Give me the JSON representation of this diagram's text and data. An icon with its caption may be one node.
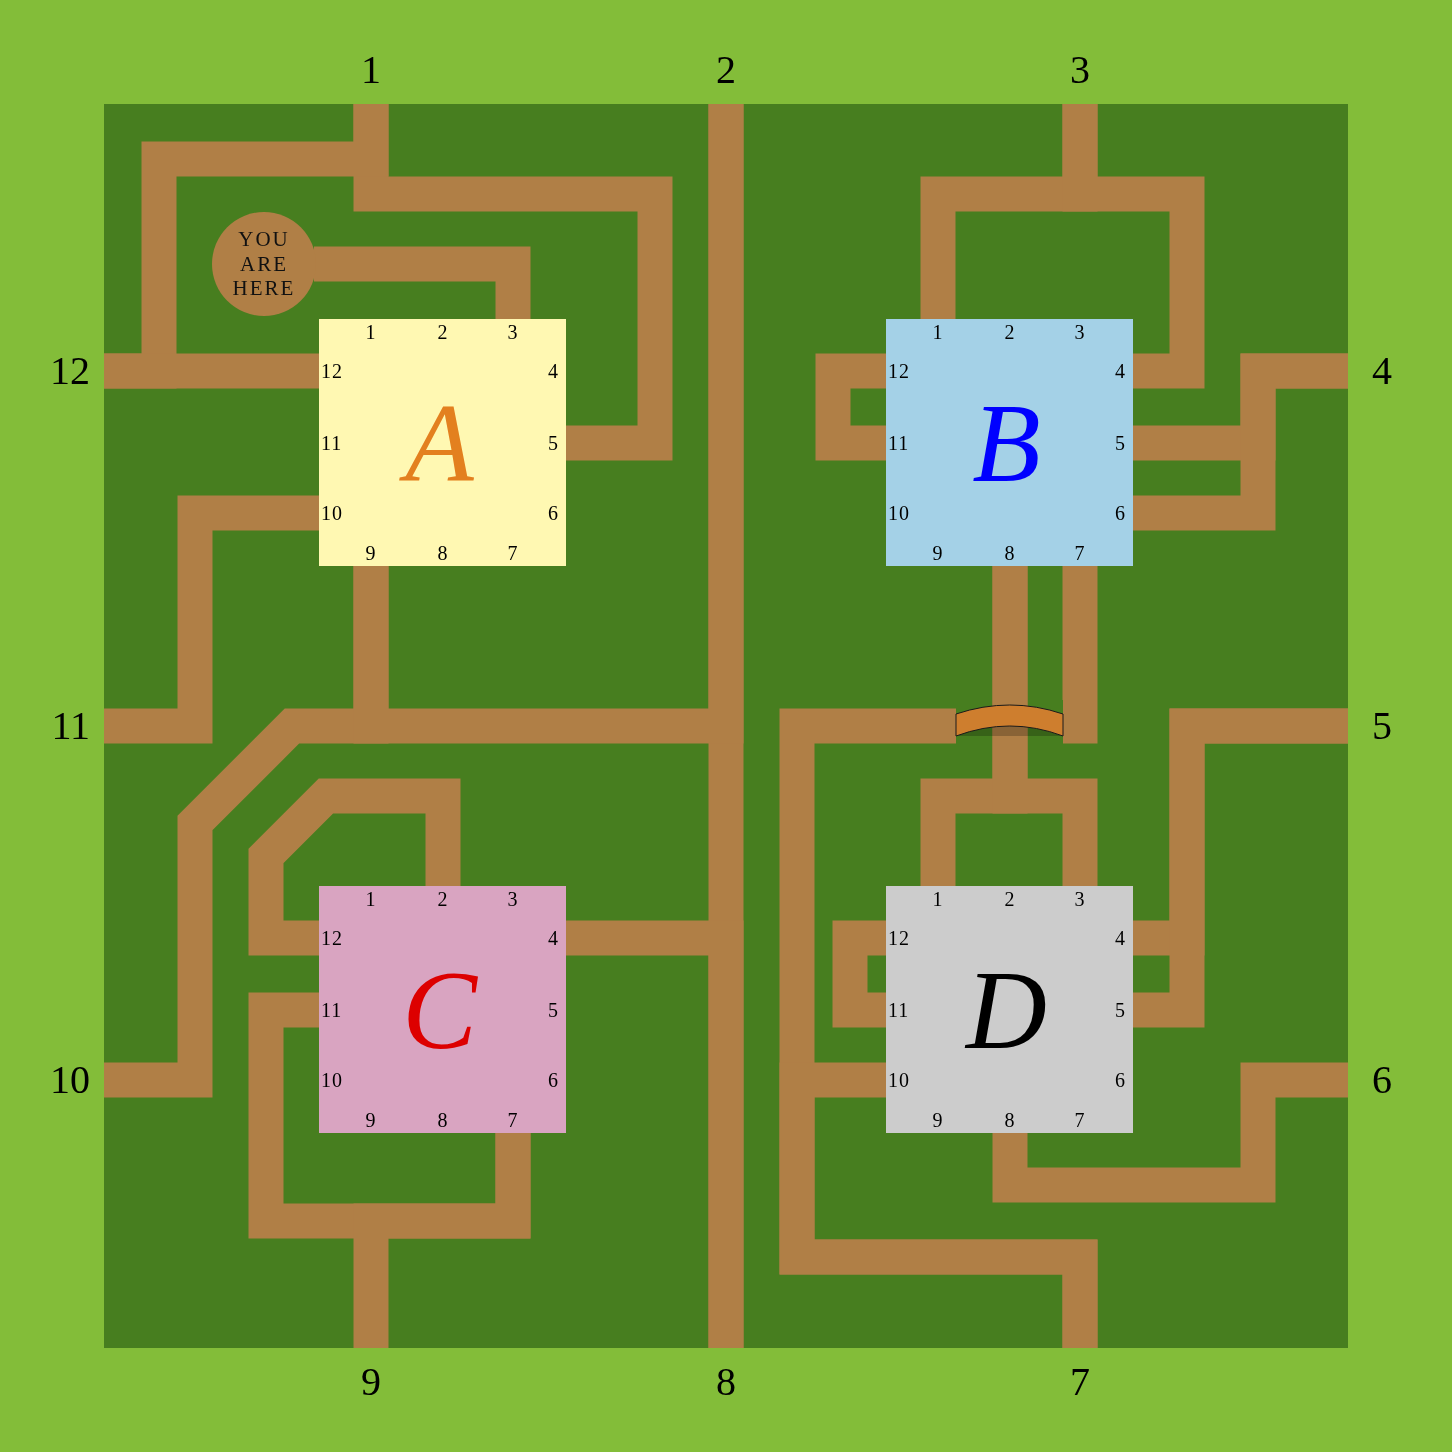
{
  "diagram": {
    "nodes": [
      {
        "text": [
          "1"
        ]
      },
      {
        "text": [
          "2"
        ]
      },
      {
        "text": [
          "3"
        ]
      },
      {
        "text": [
          "12"
        ]
      },
      {
        "text": [
          "4"
        ]
      },
      {
        "text": [
          "11"
        ]
      },
      {
        "text": [
          "5"
        ]
      },
      {
        "text": [
          "10"
        ]
      },
      {
        "text": [
          "6"
        ]
      },
      {
        "text": [
          "9"
        ]
      },
      {
        "text": [
          "8"
        ]
      },
      {
        "text": [
          "7"
        ]
      },
      {
        "text": [
          "YOU ARE HERE"
        ]
      },
      {
        "text": [
          "A"
        ]
      },
      {
        "text": [
          "1"
        ],
        "in": 13
      },
      {
        "text": [
          "2"
        ],
        "in": 13
      },
      {
        "text": [
          "3"
        ],
        "in": 13
      },
      {
        "text": [
          "12"
        ],
        "in": 13
      },
      {
        "text": [
          "4"
        ],
        "in": 13
      },
      {
        "text": [
          "11"
        ],
        "in": 13
      },
      {
        "text": [
          "5"
        ],
        "in": 13
      },
      {
        "text": [
          "10"
        ],
        "in": 13
      },
      {
        "text": [
          "6"
        ],
        "in": 13
      },
      {
        "text": [
          "9"
        ],
        "in": 13
      },
      {
        "text": [
          "8"
        ],
        "in": 13
      },
      {
        "text": [
          "7"
        ],
        "in": 13
      },
      {
        "text": [
          "B"
        ]
      },
      {
        "text": [
          "1"
        ],
        "in": 26
      },
      {
        "text": [
          "2"
        ],
        "in": 26
      },
      {
        "text": [
          "3"
        ],
        "in": 26
      },
      {
        "text": [
          "12"
        ],
        "in": 26
      },
      {
        "text": [
          "4"
        ],
        "in": 26
      },
      {
        "text": [
          "11"
        ],
        "in": 26
      },
      {
        "text": [
          "5"
        ],
        "in": 26
      },
      {
        "text": [
          "10"
        ],
        "in": 26
      },
      {
        "text": [
          "6"
        ],
        "in": 26
      },
      {
        "text": [
          "9"
        ],
        "in": 26
      },
      {
        "text": [
          "8"
        ],
        "in": 26
      },
      {
        "text": [
          "7"
        ],
        "in": 26
      },
      {
        "text": [
          "C"
        ]
      },
      {
        "text": [
          "1"
        ],
        "in": 39
      },
      {
        "text": [
          "2"
        ],
        "in": 39
      },
      {
        "text": [
          "3"
        ],
        "in": 39
      },
      {
        "text": [
          "12"
        ],
        "in": 39
      },
      {
        "text": [
          "4"
        ],
        "in": 39
      },
      {
        "text": [
          "11"
        ],
        "in": 39
      },
      {
        "text": [
          "5"
        ],
        "in": 39
      },
      {
        "text": [
          "10"
        ],
        "in": 39
      },
      {
        "text": [
          "6"
        ],
        "in": 39
      },
      {
        "text": [
          "9"
        ],
        "in": 39
      },
      {
        "text": [
          "8"
        ],
        "in": 39
      },
      {
        "text": [
          "7"
        ],
        "in": 39
      },
      {
        "text": [
          "D"
        ]
      },
      {
        "text": [
          "1"
        ],
        "in": 52
      },
      {
        "text": [
          "2"
        ],
        "in": 52
      },
      {
        "text": [
          "3"
        ],
        "in": 52
      },
      {
        "text": [
          "12"
        ],
        "in": 52
      },
      {
        "text": [
          "4"
        ],
        "in": 52
      },
      {
        "text": [
          "11"
        ],
        "in": 52
      },
      {
        "text": [
          "5"
        ],
        "in": 52
      },
      {
        "text": [
          "10"
        ],
        "in": 52
      },
      {
        "text": [
          "6"
        ],
        "in": 52
      },
      {
        "text": [
          "9"
        ],
        "in": 52
      },
      {
        "text": [
          "8"
        ],
        "in": 52
      },
      {
        "text": [
          "7"
        ],
        "in": 52
      }
    ],
    "edges": [
      {
        "from": 12,
        "to": 16,
        "arrow": "none"
      },
      {
        "from": 0,
        "to": 20,
        "arrow": "none"
      },
      {
        "from": 0,
        "to": 3,
        "arrow": "none"
      },
      {
        "from": 17,
        "to": 3,
        "arrow": "none"
      },
      {
        "from": 21,
        "to": 5,
        "arrow": "none"
      },
      {
        "from": 1,
        "to": 10,
        "arrow": "none"
      },
      {
        "from": 23,
        "to": 7,
        "arrow": "none"
      },
      {
        "from": 23,
        "to": 1,
        "arrow": "none"
      },
      {
        "from": 44,
        "to": 10,
        "arrow": "none"
      },
      {
        "from": 41,
        "to": 43,
        "arrow": "none"
      },
      {
        "from": 45,
        "to": 51,
        "arrow": "none"
      },
      {
        "from": 51,
        "to": 9,
        "arrow": "none"
      },
      {
        "from": 2,
        "to": 27,
        "arrow": "none"
      },
      {
        "from": 2,
        "to": 31,
        "arrow": "none"
      },
      {
        "from": 30,
        "to": 32,
        "arrow": "none"
      },
      {
        "from": 33,
        "to": 4,
        "arrow": "none"
      },
      {
        "from": 35,
        "to": 4,
        "arrow": "none"
      },
      {
        "from": 37,
        "to": 53,
        "arrow": "none"
      },
      {
        "from": 37,
        "to": 55,
        "arrow": "none"
      },
      {
        "from": 38,
        "to": 11,
        "arrow": "none"
      },
      {
        "from": 60,
        "to": 11,
        "arrow": "none"
      },
      {
        "from": 56,
        "to": 58,
        "arrow": "none"
      },
      {
        "from": 57,
        "to": 6,
        "arrow": "none"
      },
      {
        "from": 59,
        "to": 6,
        "arrow": "none"
      },
      {
        "from": 63,
        "to": 8,
        "arrow": "none"
      }
    ]
  }
}
